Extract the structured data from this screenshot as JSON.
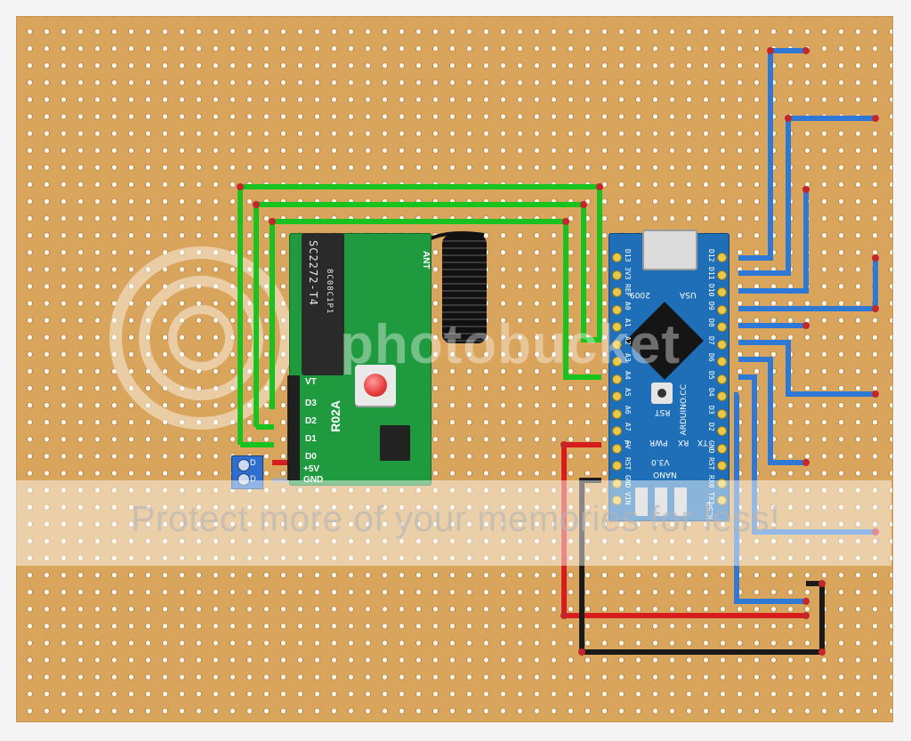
{
  "rf_module": {
    "chip_label": "SC2272-T4",
    "chip_code": "8C08C1P1",
    "model_label": "R02A",
    "silk_vt": "VT",
    "silk_d3": "D3",
    "silk_d2": "D2",
    "silk_d1": "D1",
    "silk_d0": "D0",
    "silk_5v": "+5V",
    "silk_gnd": "GND",
    "silk_ant": "ANT"
  },
  "arduino": {
    "top_pins_left": [
      "D13",
      "3V3",
      "REF",
      "A0",
      "A1",
      "A2",
      "A3",
      "A4",
      "A5",
      "A6",
      "A7",
      "5V",
      "RST",
      "GND",
      "VIN"
    ],
    "top_pins_right": [
      "D12",
      "D11",
      "D10",
      "D9",
      "D8",
      "D7",
      "D6",
      "D5",
      "D4",
      "D3",
      "D2",
      "GND",
      "RST",
      "RX0",
      "TX1"
    ],
    "year_label": "2009",
    "usa_label": "USA",
    "brand_label": "ARDUINO.CC",
    "nano_label": "NANO",
    "version_label": "V3.0",
    "rst_label": "RST",
    "pwr_label": "PWR",
    "rx_label": "RX",
    "tx_label": "TX",
    "l_label": "L",
    "icsp_label": "ICSP"
  },
  "terminal": {
    "label_top": "D",
    "label_bottom": "D"
  },
  "watermark": {
    "logo_word": "photobucket",
    "banner_text": "Protect more of your memories for less!"
  },
  "colors": {
    "board": "#d9a45b",
    "wire_green": "#19c31f",
    "wire_blue": "#2f79d6",
    "wire_red": "#d61c1c",
    "wire_black": "#1a1a1a",
    "wire_gray": "#a8a8a8",
    "wire_end": "#c1272d"
  }
}
